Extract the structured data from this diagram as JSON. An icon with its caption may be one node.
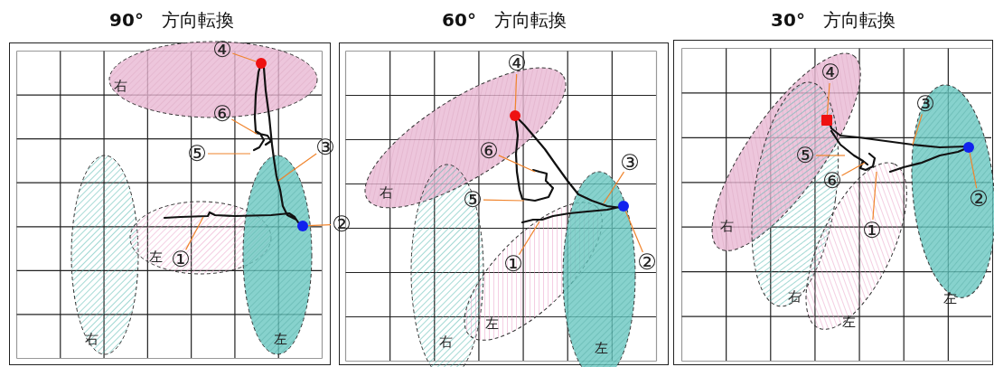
{
  "diagram": {
    "nodes": [
      {
        "text": [
          "**90°**　方向転換"
        ]
      },
      {
        "text": [
          "右"
        ],
        "in": 0
      },
      {
        "text": [
          "右"
        ],
        "in": 0
      },
      {
        "text": [
          "左"
        ],
        "in": 0
      },
      {
        "text": [
          "左"
        ],
        "in": 0
      },
      {
        "text": [],
        "shape": "circle",
        "in": 1
      },
      {
        "text": [],
        "shape": "circle",
        "in": 4
      },
      {
        "text": [
          "①"
        ],
        "in": 3
      },
      {
        "text": [
          "②"
        ]
      },
      {
        "text": [
          "③"
        ],
        "in": 0
      },
      {
        "text": [
          "④"
        ],
        "in": 1
      },
      {
        "text": [
          "⑤"
        ],
        "in": 0
      },
      {
        "text": [
          "⑥"
        ],
        "in": 1
      },
      {
        "text": [
          "**60°**　方向転換"
        ]
      },
      {
        "text": [
          "右"
        ],
        "in": 13
      },
      {
        "text": [
          "右"
        ],
        "in": 13
      },
      {
        "text": [
          "左"
        ],
        "in": 13
      },
      {
        "text": [
          "左"
        ],
        "in": 13
      },
      {
        "text": [],
        "shape": "circle",
        "in": 14
      },
      {
        "text": [],
        "shape": "circle",
        "in": 17
      },
      {
        "text": [
          "①"
        ],
        "in": 16
      },
      {
        "text": [
          "②"
        ],
        "in": 13
      },
      {
        "text": [
          "③"
        ],
        "in": 13
      },
      {
        "text": [
          "④"
        ],
        "in": 13
      },
      {
        "text": [
          "⑤"
        ],
        "in": 15
      },
      {
        "text": [
          "⑥"
        ],
        "in": 14
      },
      {
        "text": [
          "**30°**　方向転換"
        ]
      },
      {
        "text": [
          "右"
        ],
        "in": 26
      },
      {
        "text": [
          "右"
        ],
        "in": 26
      },
      {
        "text": [
          "左"
        ],
        "in": 26
      },
      {
        "text": [
          "左"
        ],
        "in": 26
      },
      {
        "text": [],
        "shape": "box"
      },
      {
        "text": [],
        "shape": "circle",
        "in": 30
      },
      {
        "text": [
          "①"
        ],
        "in": 29
      },
      {
        "text": [
          "②"
        ],
        "in": 30
      },
      {
        "text": [
          "③"
        ],
        "in": 30
      },
      {
        "text": [
          "④"
        ],
        "in": 27
      },
      {
        "text": [
          "⑤"
        ]
      },
      {
        "text": [
          "⑥"
        ],
        "in": 28
      }
    ],
    "edges": [
      {
        "from": 7,
        "to": 3,
        "arrow": "none"
      },
      {
        "from": 8,
        "to": 6,
        "arrow": "none"
      },
      {
        "from": 9,
        "to": 4,
        "arrow": "none"
      },
      {
        "from": 10,
        "to": 5,
        "arrow": "none"
      },
      {
        "from": 11,
        "to": null,
        "arrow": "none"
      },
      {
        "from": 12,
        "to": null,
        "arrow": "none"
      },
      {
        "from": 20,
        "to": 16,
        "arrow": "none"
      },
      {
        "from": 21,
        "to": 19,
        "arrow": "none"
      },
      {
        "from": 22,
        "to": 17,
        "arrow": "none"
      },
      {
        "from": 23,
        "to": 18,
        "arrow": "none"
      },
      {
        "from": 24,
        "to": null,
        "arrow": "none"
      },
      {
        "from": 25,
        "to": null,
        "arrow": "none"
      },
      {
        "from": 33,
        "to": 29,
        "arrow": "none"
      },
      {
        "from": 34,
        "to": 32,
        "arrow": "none"
      },
      {
        "from": 35,
        "to": 30,
        "arrow": "none"
      },
      {
        "from": 36,
        "to": 31,
        "arrow": "none"
      },
      {
        "from": 37,
        "to": 28,
        "arrow": "none"
      },
      {
        "from": 38,
        "to": 29,
        "arrow": "none"
      }
    ]
  }
}
